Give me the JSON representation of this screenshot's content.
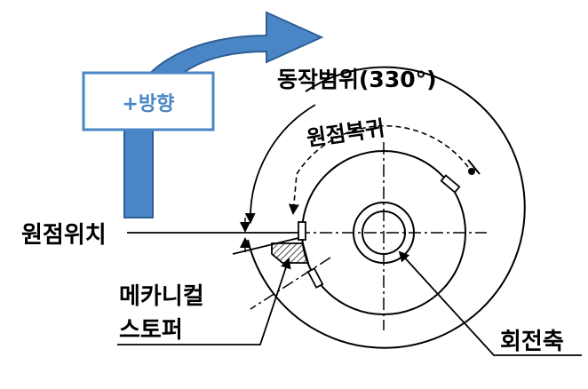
{
  "labels": {
    "direction": "+방향",
    "operating_range": "동작범위(330°)",
    "origin_return": "원점복귀",
    "origin_position": "원점위치",
    "mechanical_stopper_line1": "메카니컬",
    "mechanical_stopper_line2": "스토퍼",
    "rotation_axis": "회전축"
  },
  "colors": {
    "arrow_fill": "#4a86c5",
    "arrow_stroke": "#2e5f94",
    "box_stroke": "#4a86c5",
    "line": "#000000"
  }
}
